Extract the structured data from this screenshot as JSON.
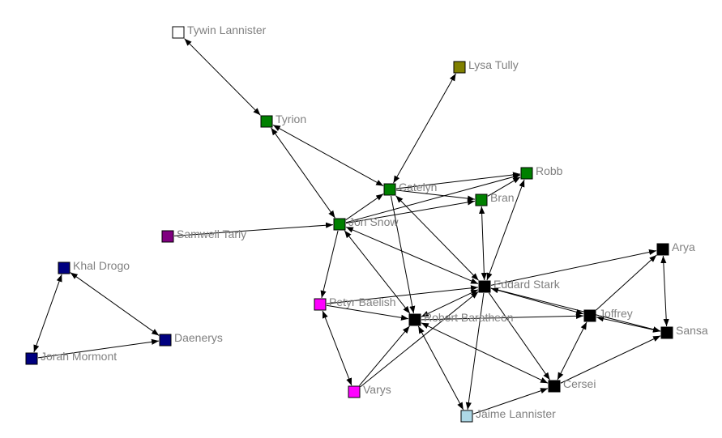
{
  "network": {
    "nodes": [
      {
        "id": "tywin",
        "label": "Tywin Lannister",
        "color": "#ffffff"
      },
      {
        "id": "lysa",
        "label": "Lysa Tully",
        "color": "#808000"
      },
      {
        "id": "tyrion",
        "label": "Tyrion",
        "color": "#008000"
      },
      {
        "id": "catelyn",
        "label": "Catelyn",
        "color": "#008000"
      },
      {
        "id": "robb",
        "label": "Robb",
        "color": "#008000"
      },
      {
        "id": "bran",
        "label": "Bran",
        "color": "#008000"
      },
      {
        "id": "jon",
        "label": "Jon Snow",
        "color": "#008000"
      },
      {
        "id": "samwell",
        "label": "Samwell Tarly",
        "color": "#800080"
      },
      {
        "id": "khal",
        "label": "Khal Drogo",
        "color": "#000080"
      },
      {
        "id": "daenerys",
        "label": "Daenerys",
        "color": "#000080"
      },
      {
        "id": "jorah",
        "label": "Jorah Mormont",
        "color": "#000080"
      },
      {
        "id": "eddard",
        "label": "Eddard Stark",
        "color": "#000000"
      },
      {
        "id": "arya",
        "label": "Arya",
        "color": "#000000"
      },
      {
        "id": "petyr",
        "label": "Petyr Baelish",
        "color": "#ff00ff"
      },
      {
        "id": "robert",
        "label": "Robert Baratheon",
        "color": "#000000"
      },
      {
        "id": "joffrey",
        "label": "Joffrey",
        "color": "#000000"
      },
      {
        "id": "sansa",
        "label": "Sansa",
        "color": "#000000"
      },
      {
        "id": "varys",
        "label": "Varys",
        "color": "#ff00ff"
      },
      {
        "id": "cersei",
        "label": "Cersei",
        "color": "#000000"
      },
      {
        "id": "jaime",
        "label": "Jaime Lannister",
        "color": "#add8e6"
      }
    ],
    "edges": [
      {
        "source": "tywin",
        "target": "tyrion",
        "bidirectional": true
      },
      {
        "source": "lysa",
        "target": "catelyn",
        "bidirectional": true
      },
      {
        "source": "tyrion",
        "target": "catelyn",
        "bidirectional": true
      },
      {
        "source": "tyrion",
        "target": "jon",
        "bidirectional": true
      },
      {
        "source": "catelyn",
        "target": "robb",
        "bidirectional": false
      },
      {
        "source": "catelyn",
        "target": "bran",
        "bidirectional": false
      },
      {
        "source": "catelyn",
        "target": "eddard",
        "bidirectional": true
      },
      {
        "source": "catelyn",
        "target": "robert",
        "bidirectional": false
      },
      {
        "source": "jon",
        "target": "catelyn",
        "bidirectional": false
      },
      {
        "source": "jon",
        "target": "robb",
        "bidirectional": false
      },
      {
        "source": "jon",
        "target": "bran",
        "bidirectional": false
      },
      {
        "source": "jon",
        "target": "eddard",
        "bidirectional": true
      },
      {
        "source": "jon",
        "target": "robert",
        "bidirectional": true
      },
      {
        "source": "jon",
        "target": "petyr",
        "bidirectional": false
      },
      {
        "source": "samwell",
        "target": "jon",
        "bidirectional": false
      },
      {
        "source": "bran",
        "target": "robb",
        "bidirectional": false
      },
      {
        "source": "bran",
        "target": "eddard",
        "bidirectional": true
      },
      {
        "source": "robb",
        "target": "eddard",
        "bidirectional": true
      },
      {
        "source": "khal",
        "target": "daenerys",
        "bidirectional": true
      },
      {
        "source": "jorah",
        "target": "khal",
        "bidirectional": true
      },
      {
        "source": "jorah",
        "target": "daenerys",
        "bidirectional": false
      },
      {
        "source": "eddard",
        "target": "arya",
        "bidirectional": false
      },
      {
        "source": "eddard",
        "target": "joffrey",
        "bidirectional": true
      },
      {
        "source": "eddard",
        "target": "sansa",
        "bidirectional": false
      },
      {
        "source": "eddard",
        "target": "cersei",
        "bidirectional": false
      },
      {
        "source": "eddard",
        "target": "jaime",
        "bidirectional": false
      },
      {
        "source": "robert",
        "target": "eddard",
        "bidirectional": true
      },
      {
        "source": "petyr",
        "target": "eddard",
        "bidirectional": false
      },
      {
        "source": "petyr",
        "target": "robert",
        "bidirectional": false
      },
      {
        "source": "petyr",
        "target": "varys",
        "bidirectional": true
      },
      {
        "source": "robert",
        "target": "joffrey",
        "bidirectional": false
      },
      {
        "source": "robert",
        "target": "cersei",
        "bidirectional": true
      },
      {
        "source": "robert",
        "target": "jaime",
        "bidirectional": true
      },
      {
        "source": "varys",
        "target": "robert",
        "bidirectional": false
      },
      {
        "source": "varys",
        "target": "eddard",
        "bidirectional": false
      },
      {
        "source": "joffrey",
        "target": "arya",
        "bidirectional": false
      },
      {
        "source": "joffrey",
        "target": "sansa",
        "bidirectional": true
      },
      {
        "source": "joffrey",
        "target": "cersei",
        "bidirectional": true
      },
      {
        "source": "arya",
        "target": "sansa",
        "bidirectional": true
      },
      {
        "source": "cersei",
        "target": "sansa",
        "bidirectional": false
      },
      {
        "source": "jaime",
        "target": "cersei",
        "bidirectional": false
      }
    ]
  }
}
